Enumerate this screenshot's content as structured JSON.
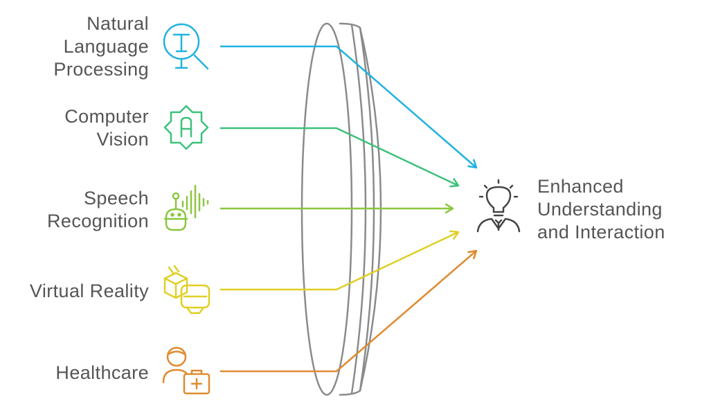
{
  "inputs": [
    {
      "id": "nlp",
      "lines": [
        "Natural",
        "Language",
        "Processing"
      ],
      "color": "#1fb2e0",
      "icon": "text-search-icon"
    },
    {
      "id": "cv",
      "lines": [
        "Computer",
        "Vision"
      ],
      "color": "#3cc17a",
      "icon": "ai-chip-badge-icon"
    },
    {
      "id": "speech",
      "lines": [
        "Speech",
        "Recognition"
      ],
      "color": "#8cc63f",
      "icon": "robot-soundwave-icon"
    },
    {
      "id": "vr",
      "lines": [
        "Virtual Reality"
      ],
      "color": "#e0cf22",
      "icon": "vr-headset-cube-icon"
    },
    {
      "id": "health",
      "lines": [
        "Healthcare"
      ],
      "color": "#e08a2e",
      "icon": "doctor-medical-kit-icon"
    }
  ],
  "output": {
    "lines": [
      "Enhanced",
      "Understanding",
      "and Interaction"
    ],
    "color": "#444444",
    "icon": "person-lightbulb-icon"
  },
  "lens": {
    "color": "#8a8a8a",
    "icon": "convex-lens"
  }
}
